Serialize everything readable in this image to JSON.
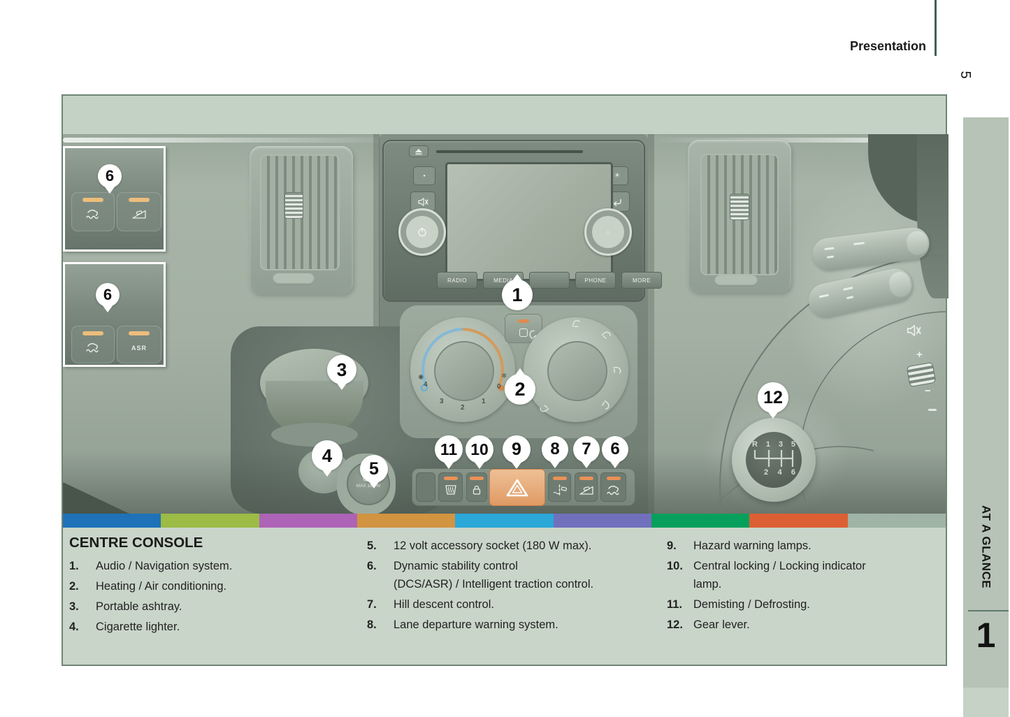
{
  "header": {
    "title": "Presentation",
    "page_number": "5"
  },
  "sidebar": {
    "section_label": "AT A GLANCE",
    "chapter_number": "1"
  },
  "legend": {
    "title": "CENTRE CONSOLE",
    "col1": [
      {
        "num": "1.",
        "text": "Audio / Navigation system."
      },
      {
        "num": "2.",
        "text": "Heating / Air conditioning."
      },
      {
        "num": "3.",
        "text": "Portable ashtray."
      },
      {
        "num": "4.",
        "text": "Cigarette lighter."
      }
    ],
    "col2": [
      {
        "num": "5.",
        "text": "12 volt accessory socket (180 W max)."
      },
      {
        "num": "6.",
        "text": "Dynamic stability control",
        "text2": "(DCS/ASR) / Intelligent traction control."
      },
      {
        "num": "7.",
        "text": "Hill descent control."
      },
      {
        "num": "8.",
        "text": "Lane departure warning system."
      }
    ],
    "col3": [
      {
        "num": "9.",
        "text": "Hazard warning lamps."
      },
      {
        "num": "10.",
        "text": "Central locking / Locking indicator",
        "text2": "lamp."
      },
      {
        "num": "11.",
        "text": "Demisting / Defrosting."
      },
      {
        "num": "12.",
        "text": "Gear lever."
      }
    ]
  },
  "stripes": {
    "colors": [
      "#1f72b8",
      "#9cbc45",
      "#ad63b6",
      "#d29440",
      "#2ba7d8",
      "#7170bd",
      "#079f5c",
      "#dc5f33",
      "#9fb4a4"
    ]
  },
  "figure": {
    "callouts": {
      "radio": "1",
      "climate": "2",
      "ashtray": "3",
      "lighter": "4",
      "socket": "5",
      "esp_inset_top": "6",
      "esp_inset_bottom": "6",
      "esp_switch": "6",
      "hill_switch": "7",
      "lane_switch": "8",
      "hazard_switch": "9",
      "locking_switch": "10",
      "demist_switch": "11",
      "gear": "12"
    },
    "radio_buttons": [
      "RADIO",
      "MEDIA",
      "PHONE",
      "MORE"
    ],
    "asr_label": "ASR",
    "fan_speeds": [
      "4",
      "3",
      "2",
      "1",
      "0"
    ],
    "gear_top": [
      "R",
      "1",
      "3",
      "5"
    ],
    "gear_bottom": [
      "2",
      "4",
      "6"
    ],
    "socket_caption": "MAX 180 W"
  },
  "colors": {
    "amber_indicator": "#ea9257",
    "hazard_button": "#e8a974",
    "sidebar_bg": "#b6c3b6",
    "panel_border": "#6f8577",
    "legend_bg": "#c9d5c9",
    "top_strip": "#c3d2c4"
  }
}
